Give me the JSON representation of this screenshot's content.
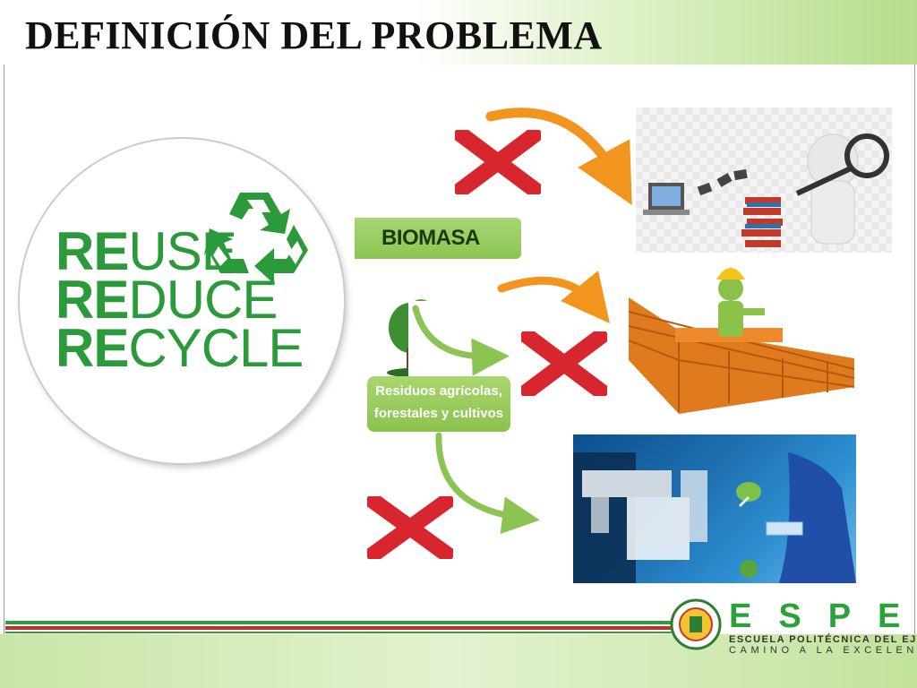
{
  "title": "DEFINICIÓN DEL PROBLEMA",
  "logo_rrr": {
    "lines": [
      {
        "bold": "RE",
        "rest": "USE"
      },
      {
        "bold": "RE",
        "rest": "DUCE"
      },
      {
        "bold": "RE",
        "rest": "CYCLE"
      }
    ],
    "icon": "recycle-icon",
    "color": "#2a9a3a"
  },
  "biomasa_label": "BIOMASA",
  "residuos_label": {
    "line1": "Residuos agrícolas,",
    "line2": "forestales y cultivos"
  },
  "icons": [
    "red-x-icon",
    "curved-arrow-icon",
    "tree-icon",
    "research-figure-icon",
    "bricklayer-icon",
    "laboratory-icon",
    "espe-seal-icon"
  ],
  "colors": {
    "green": "#8cc453",
    "red": "#d7262e",
    "orange": "#f2951f",
    "dark_green": "#2a9a3a"
  },
  "espe": {
    "letters": "ESPE",
    "subtitle1": "ESCUELA POLITÉCNICA DEL EJÉRCITO",
    "subtitle2": "CAMINO A LA EXCELENCIA"
  }
}
